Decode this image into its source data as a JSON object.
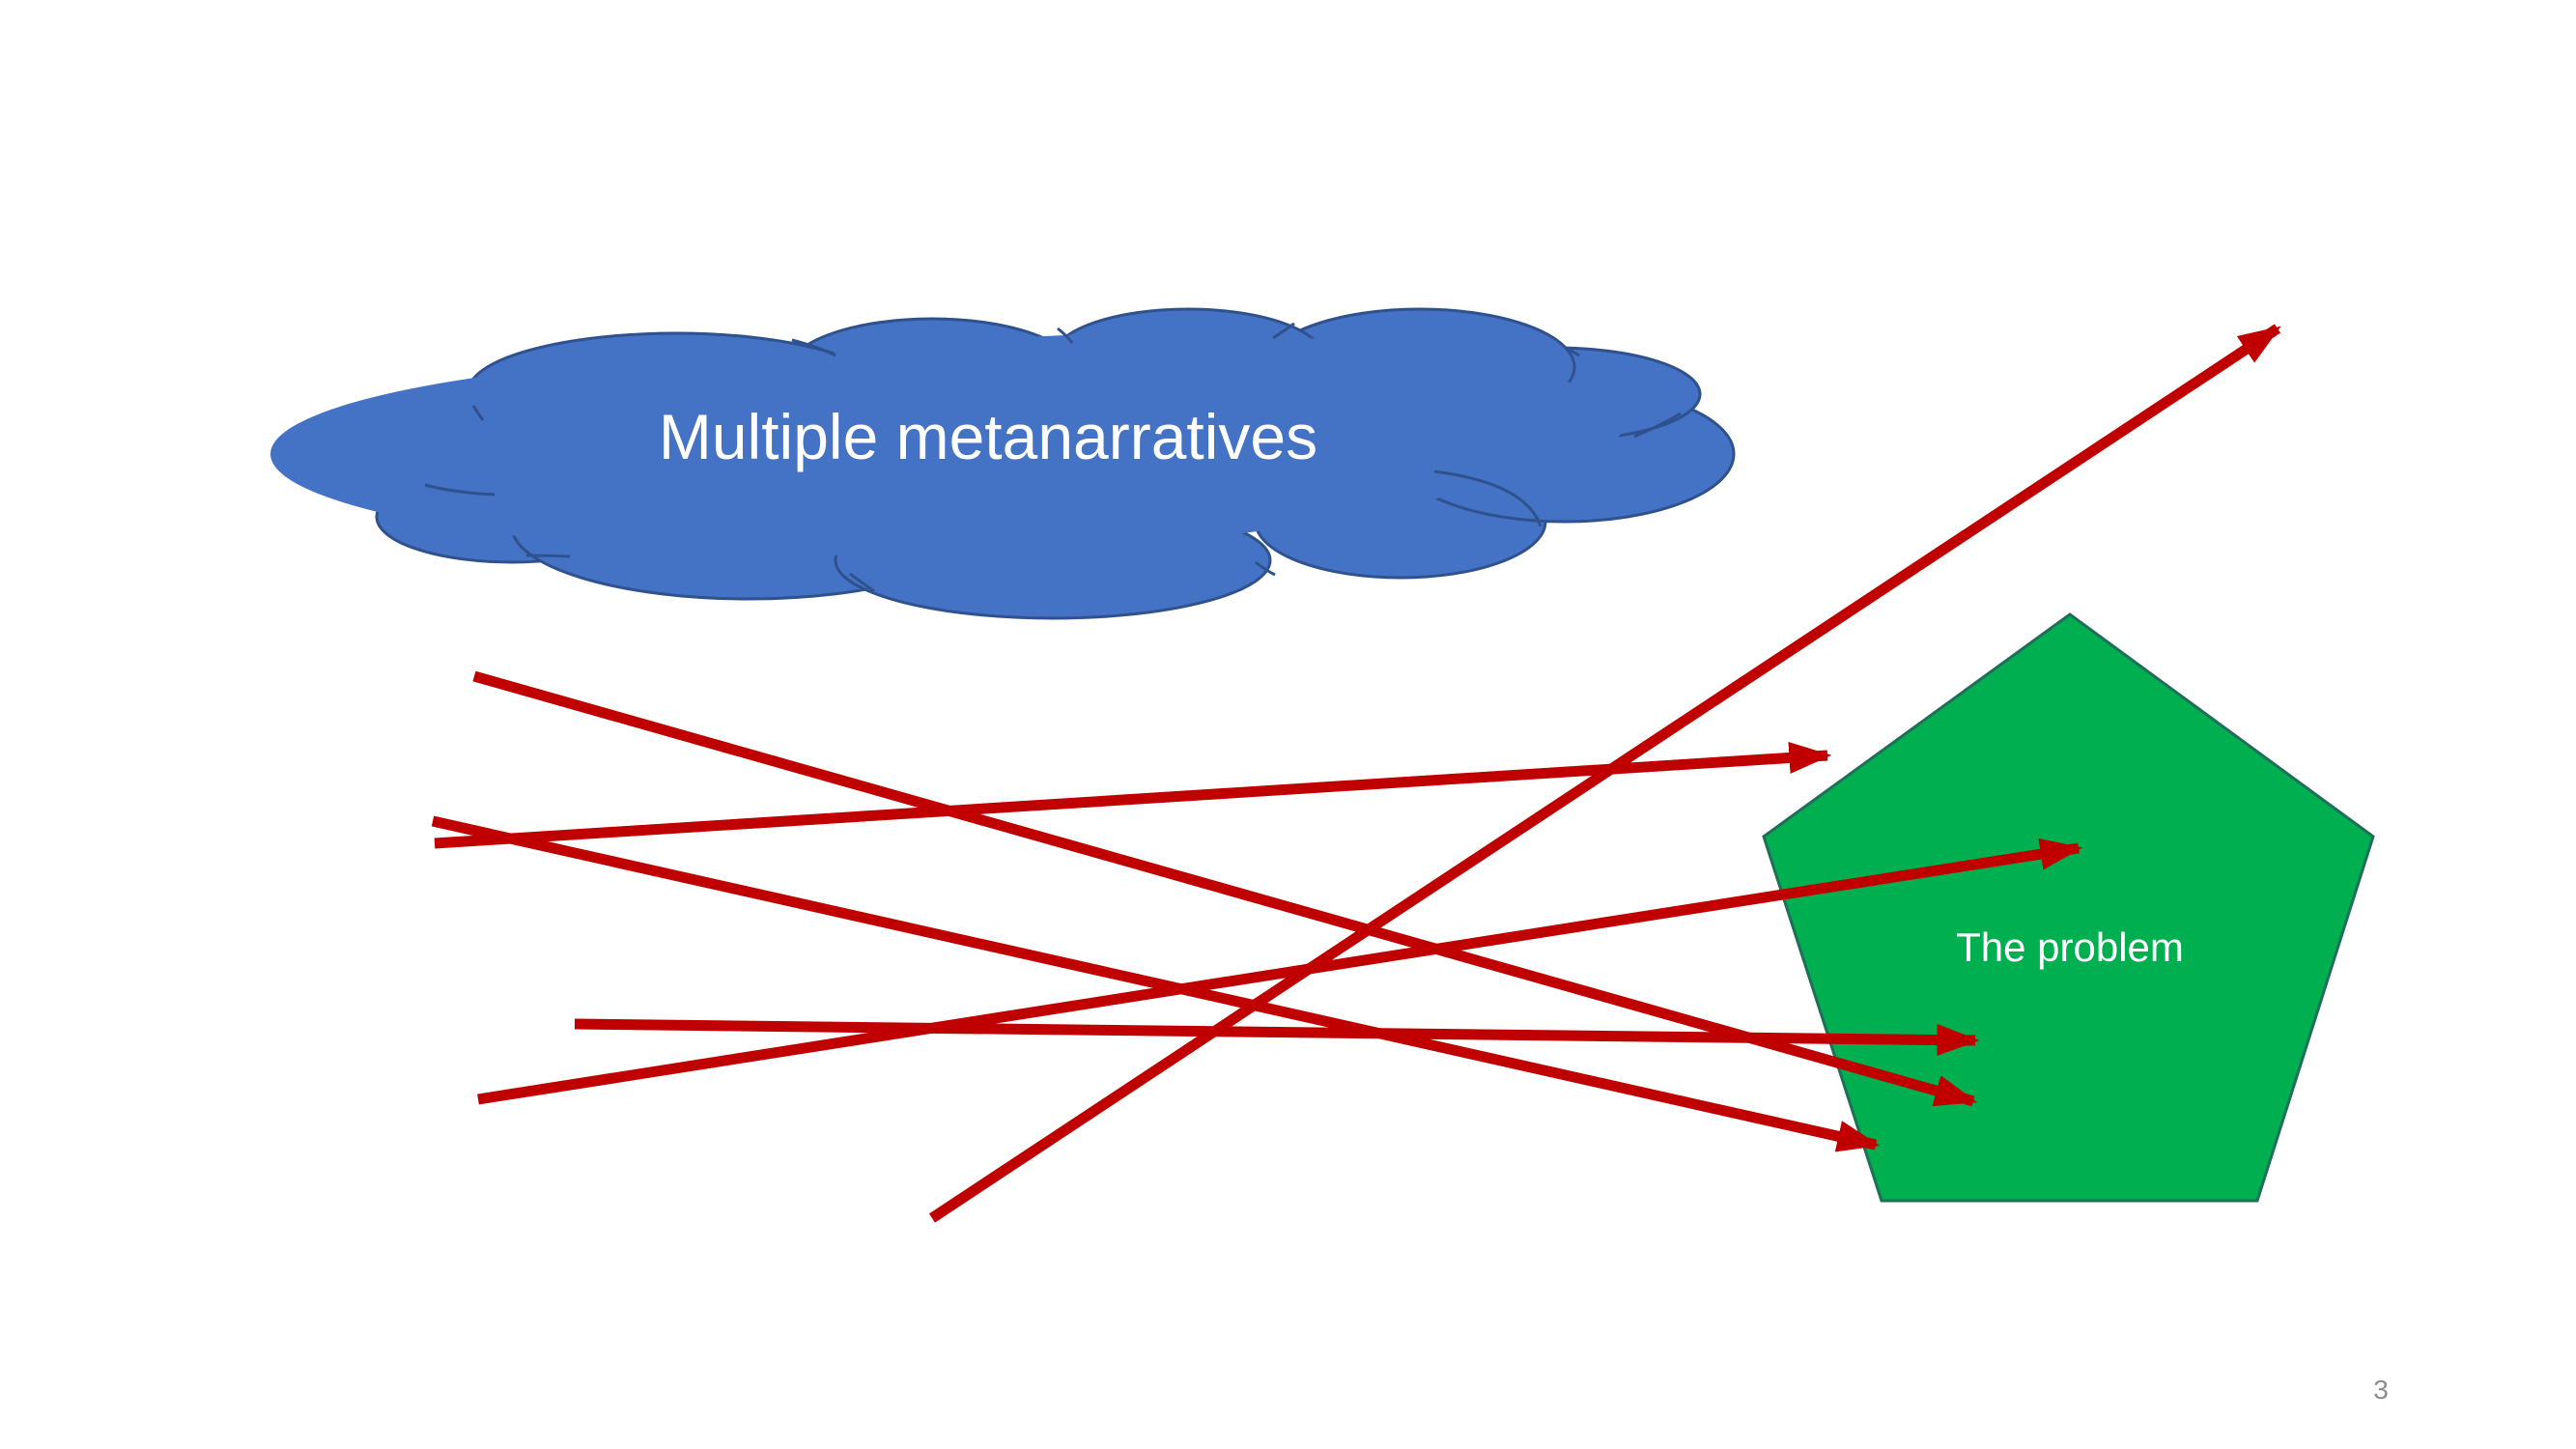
{
  "cloud": {
    "label": "Multiple metanarratives",
    "fill": "#4472C4",
    "stroke": "#2F528F"
  },
  "pentagon": {
    "label": "The problem",
    "fill": "#00B050",
    "stroke": "#1F6E5A"
  },
  "arrows": {
    "color": "#C00000",
    "count": 6
  },
  "page_number": "3"
}
